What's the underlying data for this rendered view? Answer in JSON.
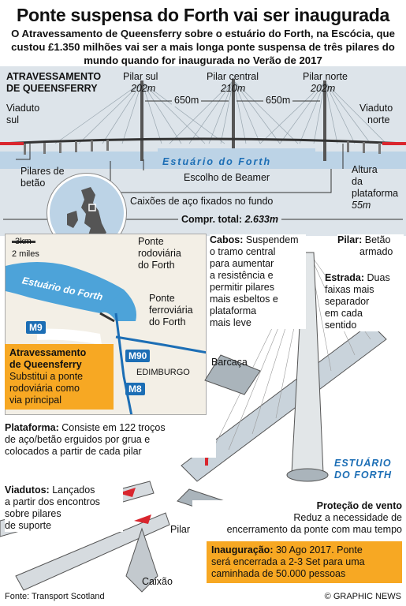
{
  "header": {
    "title": "Ponte suspensa do Forth vai ser inaugurada",
    "subtitle": "O Atravessamento de Queensferry sobre o estuário do Forth, na Escócia, que custou £1.350 milhões vai ser a mais longa ponte suspensa de três pilares do mundo quando for inaugurada no Verão de 2017"
  },
  "elevation": {
    "section_title_1": "ATRAVESSAMENTO",
    "section_title_2": "DE QUEENSFERRY",
    "pilar_sul": "Pilar sul",
    "pilar_sul_h": "202m",
    "pilar_central": "Pilar central",
    "pilar_central_h": "210m",
    "pilar_norte": "Pilar norte",
    "pilar_norte_h": "202m",
    "span_1": "650m",
    "span_2": "650m",
    "viaduto_sul_1": "Viaduto",
    "viaduto_sul_2": "sul",
    "viaduto_norte_1": "Viaduto",
    "viaduto_norte_2": "norte",
    "estuario": "Estuário do Forth",
    "pilares_betao_1": "Pilares de",
    "pilares_betao_2": "betão",
    "escolho": "Escolho de Beamer",
    "altura_1": "Altura",
    "altura_2": "da",
    "altura_3": "plataforma",
    "altura_4": "55m",
    "caixoes": "Caixões de aço fixados no fundo",
    "total_label": "Compr. total:",
    "total_value": "2.633m"
  },
  "map": {
    "scale_km": "3km",
    "scale_miles": "2 miles",
    "estuario": "Estuário do Forth",
    "ponte_rodo_1": "Ponte",
    "ponte_rodo_2": "rodoviária",
    "ponte_rodo_3": "do Forth",
    "ponte_ferro_1": "Ponte",
    "ponte_ferro_2": "ferroviária",
    "ponte_ferro_3": "do Forth",
    "m9": "M9",
    "m90": "M90",
    "m8": "M8",
    "edimburgo": "EDIMBURGO",
    "box_title_1": "Atravessamento",
    "box_title_2": "de Queensferry",
    "box_text_1": "Substitui a ponte",
    "box_text_2": "rodoviária como",
    "box_text_3": "via principal"
  },
  "annotations": {
    "cabos_title": "Cabos:",
    "cabos_1": "Suspendem",
    "cabos_2": "o tramo central",
    "cabos_3": "para aumentar",
    "cabos_4": "a resistência e",
    "cabos_5": "permitir pilares",
    "cabos_6": "mais esbeltos e",
    "cabos_7": "plataforma",
    "cabos_8": "mais leve",
    "pilar_title": "Pilar:",
    "pilar_1": "Betão",
    "pilar_2": "armado",
    "estrada_title": "Estrada:",
    "estrada_1": "Duas",
    "estrada_2": "faixas mais",
    "estrada_3": "separador",
    "estrada_4": "em cada",
    "estrada_5": "sentido",
    "barcaca": "Barcaça",
    "estuario_1": "ESTUÁRIO",
    "estuario_2": "DO FORTH",
    "plataforma_title": "Plataforma:",
    "plataforma_1": "Consiste em 122 troços",
    "plataforma_2": "de aço/betão erguidos por grua e",
    "plataforma_3": "colocados a partir de cada pilar",
    "viadutos_title": "Viadutos:",
    "viadutos_1": "Lançados",
    "viadutos_2": "a partir dos encontros",
    "viadutos_3": "sobre pilares",
    "viadutos_4": "de suporte",
    "pilar_lbl": "Pilar",
    "caixao": "Caixão",
    "vento_title": "Proteção de vento",
    "vento_1": "Reduz a necessidade de",
    "vento_2": "encerramento da ponte com mau tempo",
    "inaug_title": "Inauguração:",
    "inaug_1": "30 Ago 2017. Ponte",
    "inaug_2": "será encerrada a 2-3 Set para uma",
    "inaug_3": "caminhada de 50.000 pessoas"
  },
  "footer": {
    "source": "Fonte: Transport Scotland",
    "credit": "© GRAPHIC NEWS"
  }
}
